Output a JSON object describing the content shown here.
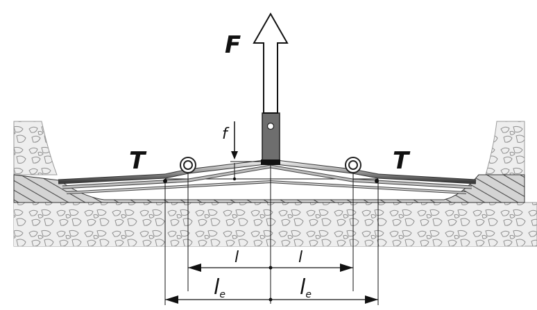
{
  "labels": {
    "force": "F",
    "deflection": "f",
    "tension_left": "T",
    "tension_right": "T",
    "span_left": "l",
    "span_right": "l",
    "eff_left_main": "l",
    "eff_left_sub": "e",
    "eff_right_main": "l",
    "eff_right_sub": "e"
  },
  "colors": {
    "ballast_fill": "#eeeeee",
    "ballast_stroke": "#9a9a9a",
    "hatch_fill": "#c8c8c8",
    "hatch_stroke": "#555555",
    "arrow_fill": "#ffffff",
    "clamp_fill": "#6e6e6e",
    "line": "#111111"
  }
}
